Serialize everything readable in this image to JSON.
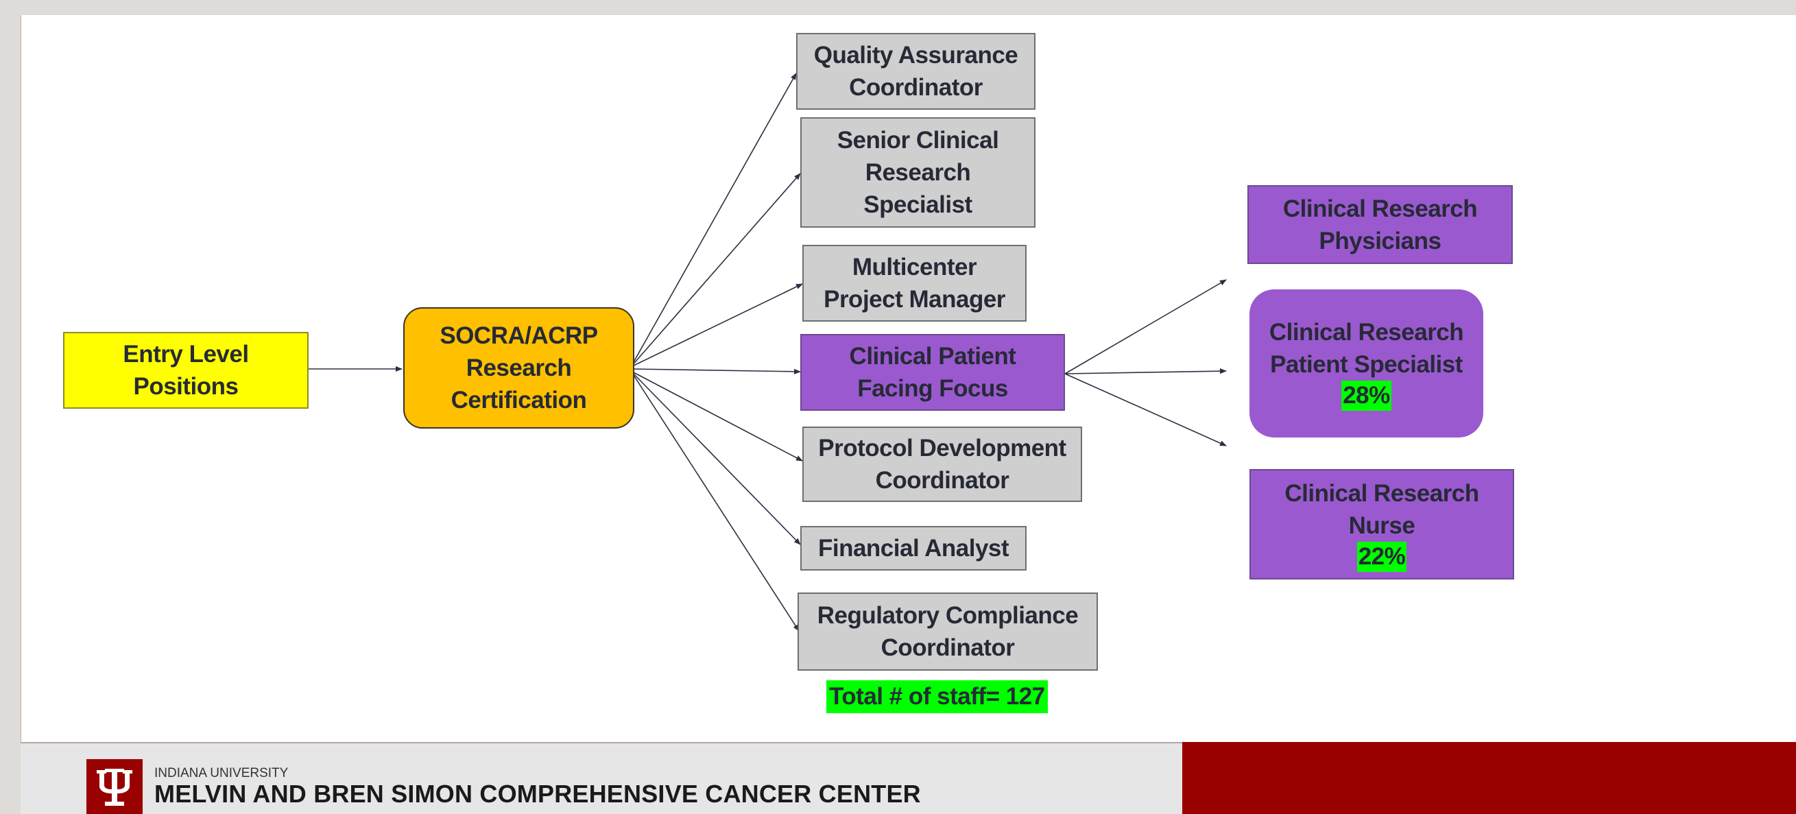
{
  "diagram": {
    "entry": {
      "lines": [
        "Entry Level",
        "Positions"
      ]
    },
    "certification": {
      "lines": [
        "SOCRA/ACRP",
        "Research",
        "Certification"
      ]
    },
    "roles": {
      "qa": {
        "lines": [
          "Quality Assurance",
          "Coordinator"
        ]
      },
      "senior": {
        "lines": [
          "Senior Clinical",
          "Research",
          "Specialist"
        ]
      },
      "multicenter": {
        "lines": [
          "Multicenter",
          "Project Manager"
        ]
      },
      "patient_focus": {
        "lines": [
          "Clinical Patient",
          "Facing Focus"
        ]
      },
      "protocol": {
        "lines": [
          "Protocol Development",
          "Coordinator"
        ]
      },
      "financial": {
        "lines": [
          "Financial Analyst"
        ]
      },
      "regulatory": {
        "lines": [
          "Regulatory Compliance",
          "Coordinator"
        ]
      }
    },
    "patient_roles": {
      "physicians": {
        "lines": [
          "Clinical Research",
          "Physicians"
        ]
      },
      "specialist": {
        "lines": [
          "Clinical Research",
          "Patient Specialist"
        ],
        "percent": "28%"
      },
      "nurse": {
        "lines": [
          "Clinical Research",
          "Nurse"
        ],
        "percent": "22%"
      }
    },
    "total_staff": "Total # of staff= 127"
  },
  "footer": {
    "university": "INDIANA UNIVERSITY",
    "center": "MELVIN AND BREN SIMON COMPREHENSIVE CANCER CENTER",
    "logo_icon": "trident-icon"
  },
  "colors": {
    "gray_box": "#d0cfcf",
    "purple_box": "#9b59cf",
    "yellow_box": "#ffff00",
    "orange_box": "#ffc000",
    "highlight": "#00ff00",
    "iu_crimson": "#990000"
  }
}
